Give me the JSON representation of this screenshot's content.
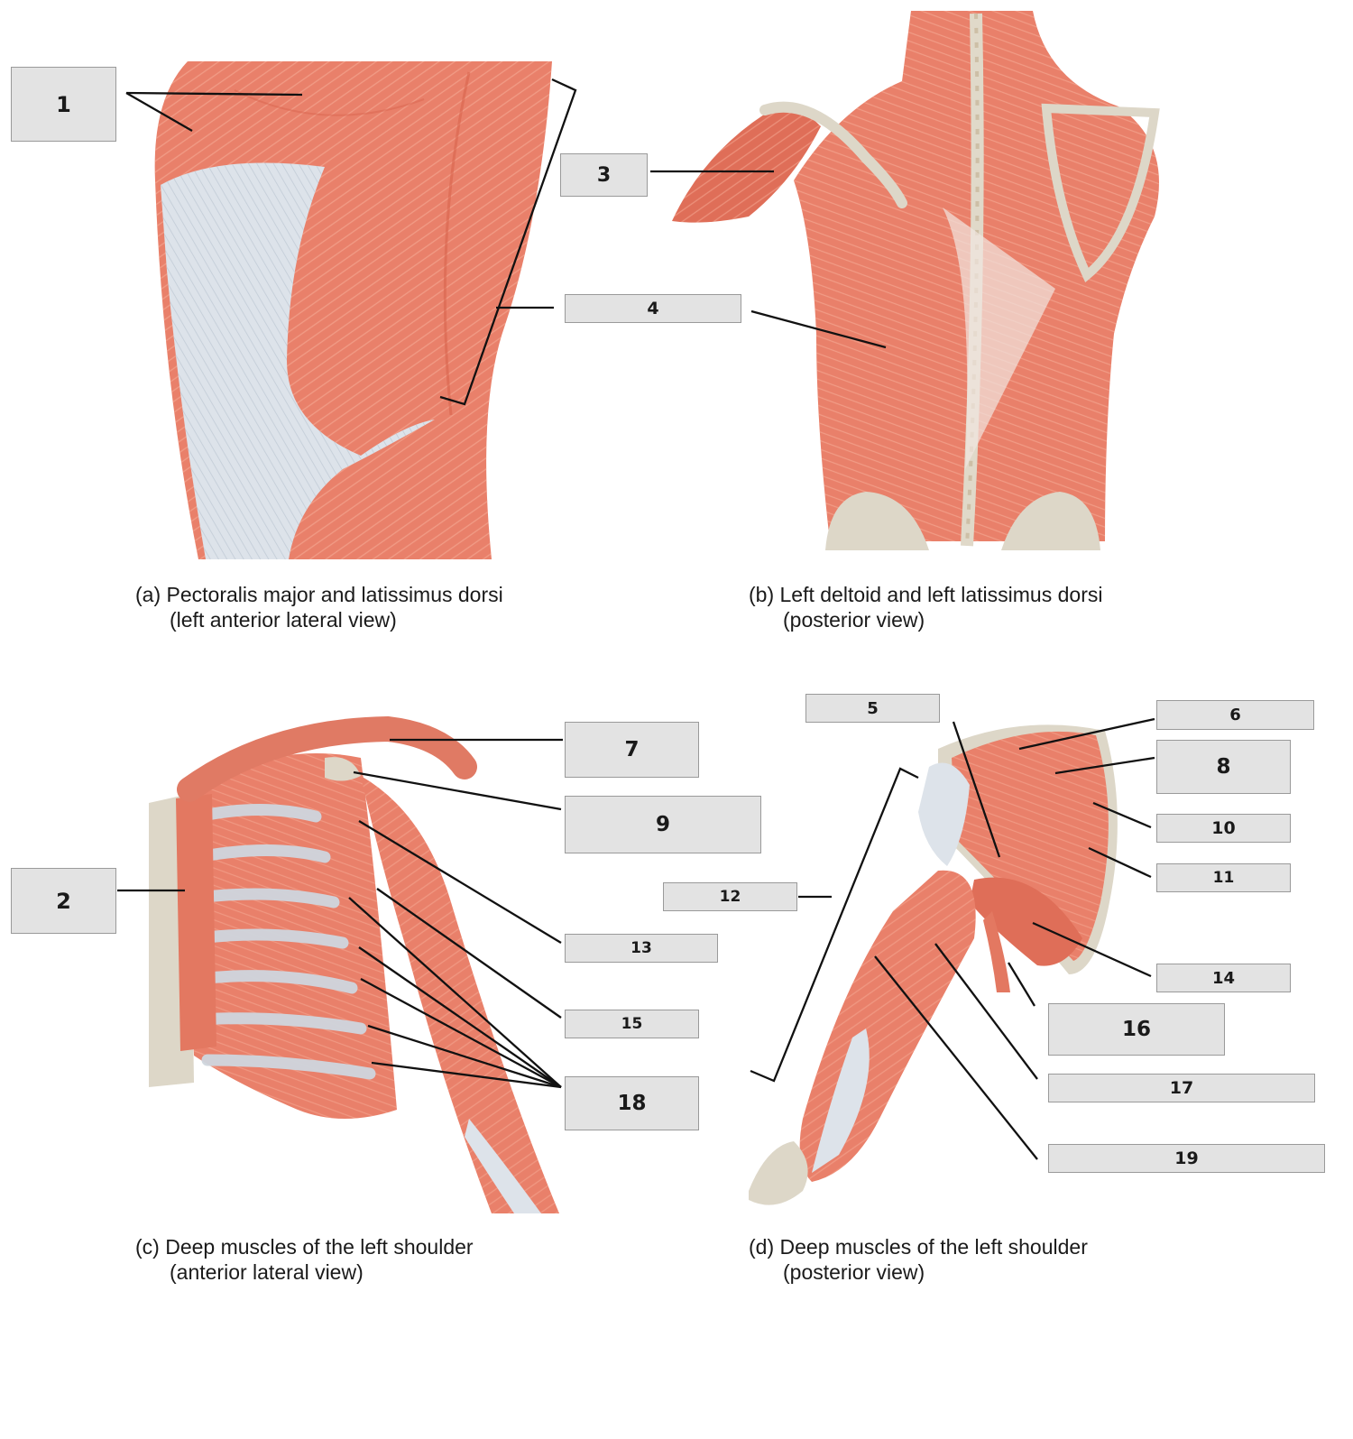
{
  "colors": {
    "muscle": "#e9806a",
    "muscle_dark": "#d9644d",
    "tendon": "#dde3ea",
    "bone": "#ddd7c8",
    "label_box": "#e3e3e3",
    "leader": "#111111"
  },
  "labels": [
    "1",
    "2",
    "3",
    "4",
    "5",
    "6",
    "7",
    "8",
    "9",
    "10",
    "11",
    "12",
    "13",
    "14",
    "15",
    "16",
    "17",
    "18",
    "19"
  ],
  "panels": {
    "a": {
      "line1": "(a) Pectoralis major and latissimus dorsi",
      "line2": "(left anterior lateral view)"
    },
    "b": {
      "line1": "(b) Left deltoid and left latissimus dorsi",
      "line2": "(posterior view)"
    },
    "c": {
      "line1": "(c) Deep muscles of the left shoulder",
      "line2": "(anterior lateral view)"
    },
    "d": {
      "line1": "(d) Deep muscles of the left shoulder",
      "line2": "(posterior view)"
    }
  }
}
